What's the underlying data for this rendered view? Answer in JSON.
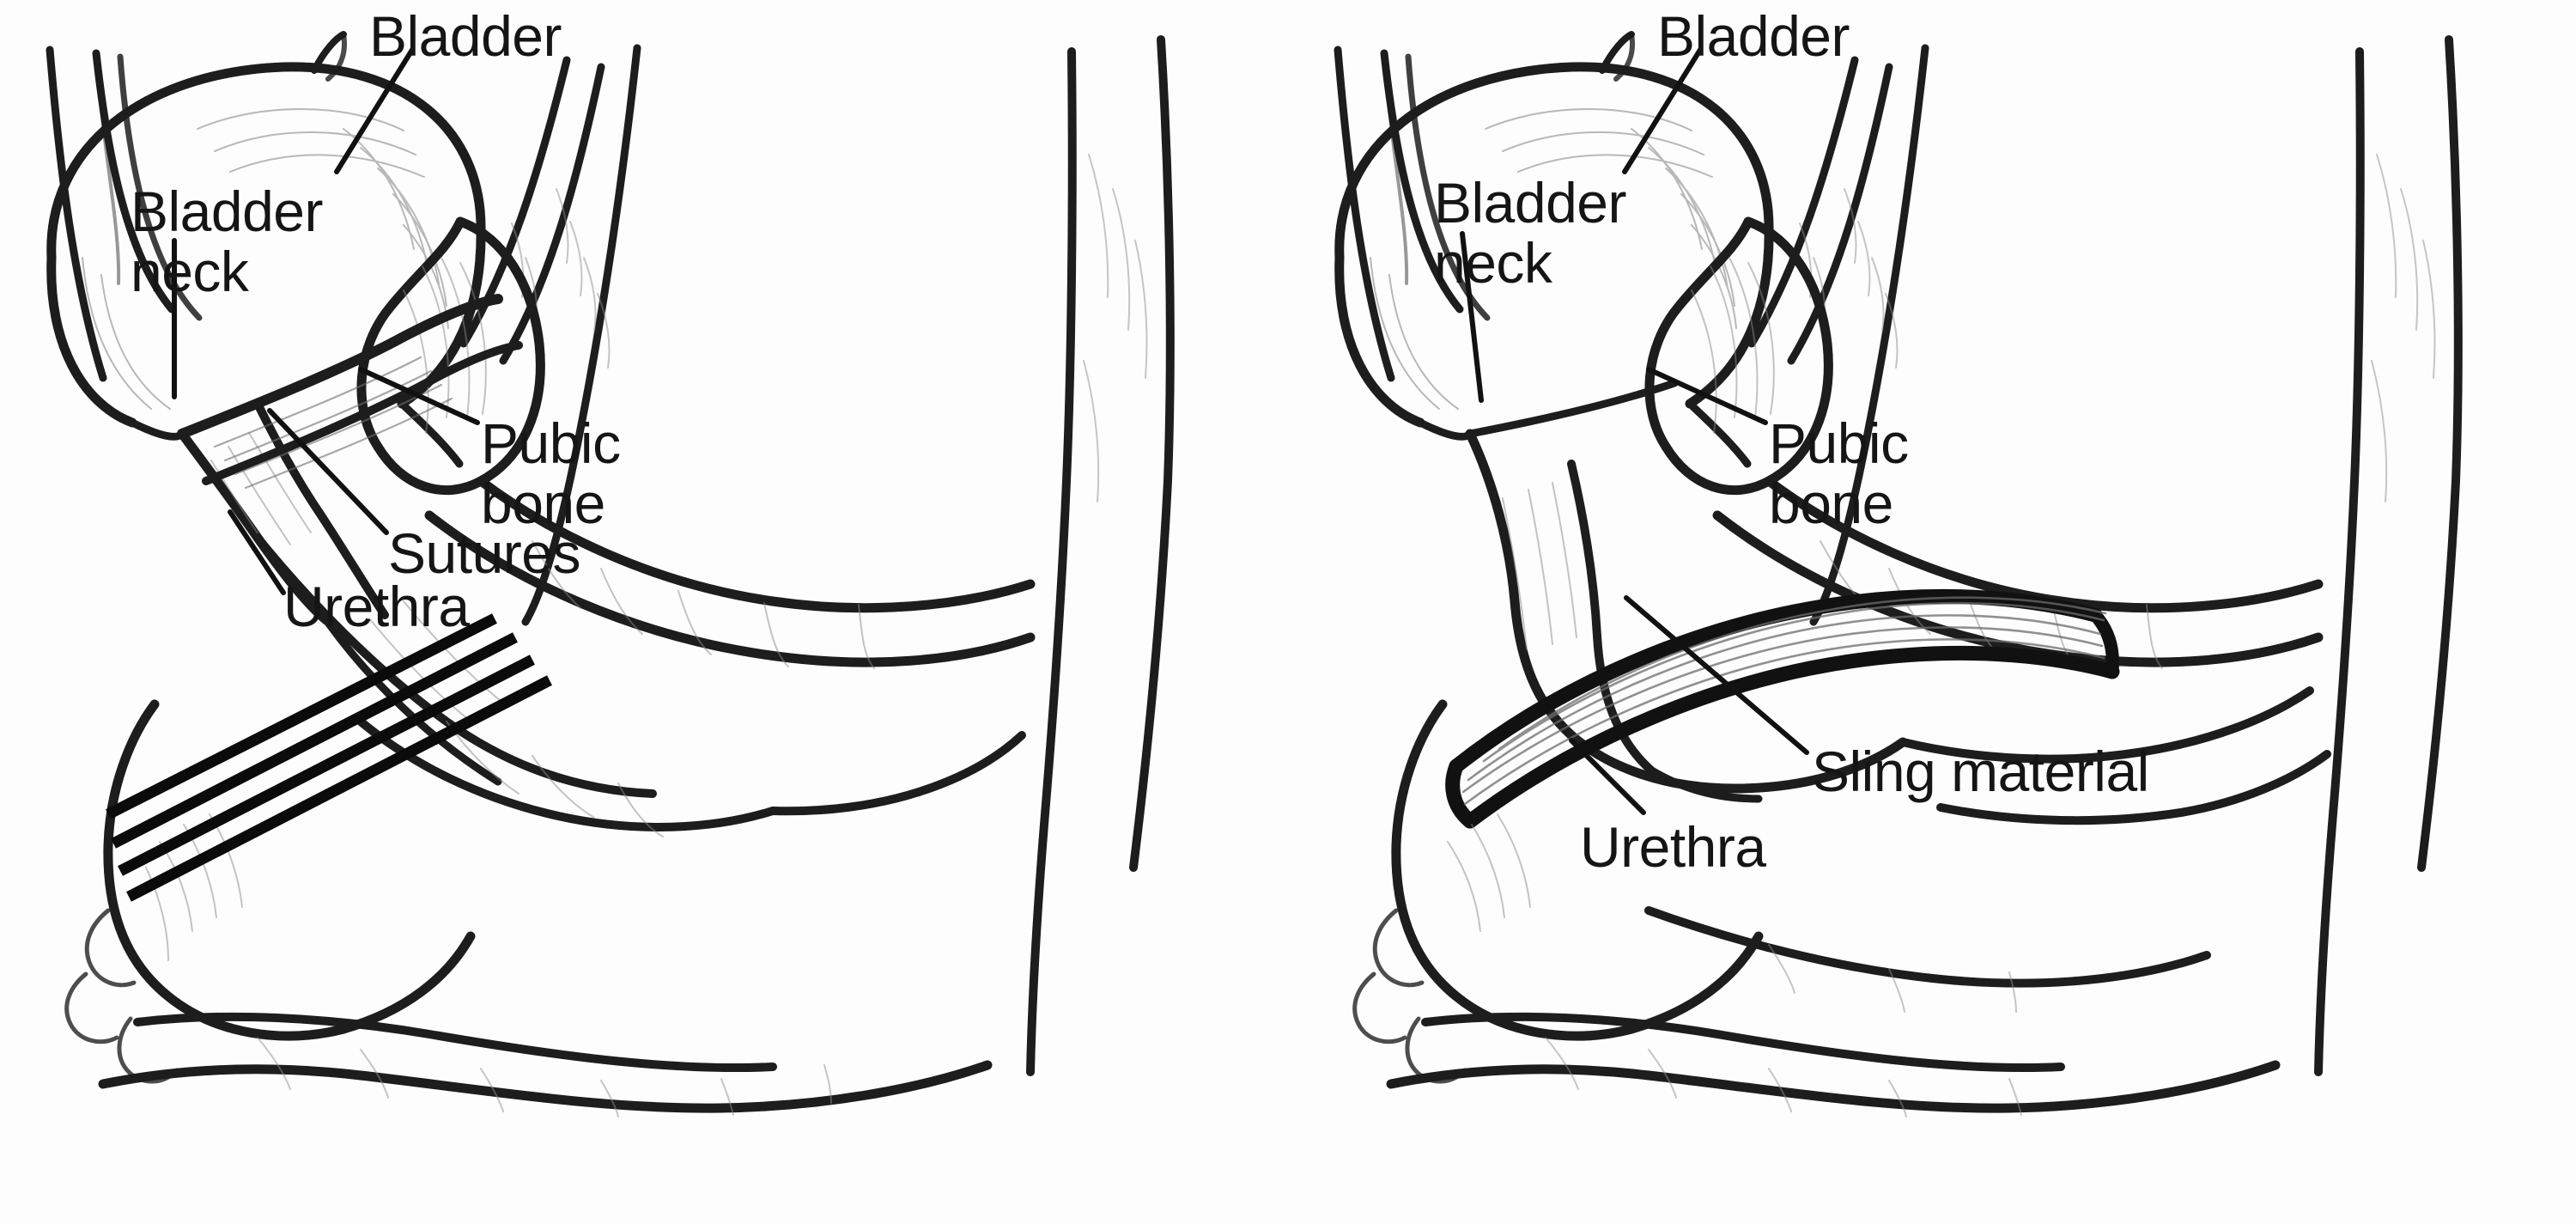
{
  "figure": {
    "title": "Bladder neck suspension and sling procedures",
    "background_color": "#fdfdfd",
    "ink_color": "#151515",
    "panels": [
      {
        "id": "left",
        "name": "bladder-neck-suspension",
        "labels": [
          {
            "key": "bladder",
            "text": "Bladder"
          },
          {
            "key": "bladder_neck",
            "text": "Bladder\nneck"
          },
          {
            "key": "pubic_bone",
            "text": "Pubic\nbone"
          },
          {
            "key": "sutures",
            "text": "Sutures"
          },
          {
            "key": "urethra",
            "text": "Urethra"
          }
        ]
      },
      {
        "id": "right",
        "name": "sling-procedure",
        "labels": [
          {
            "key": "bladder",
            "text": "Bladder"
          },
          {
            "key": "bladder_neck",
            "text": "Bladder\nneck"
          },
          {
            "key": "pubic_bone",
            "text": "Pubic\nbone"
          },
          {
            "key": "sling_material",
            "text": "Sling material"
          },
          {
            "key": "urethra",
            "text": "Urethra"
          }
        ]
      }
    ]
  }
}
